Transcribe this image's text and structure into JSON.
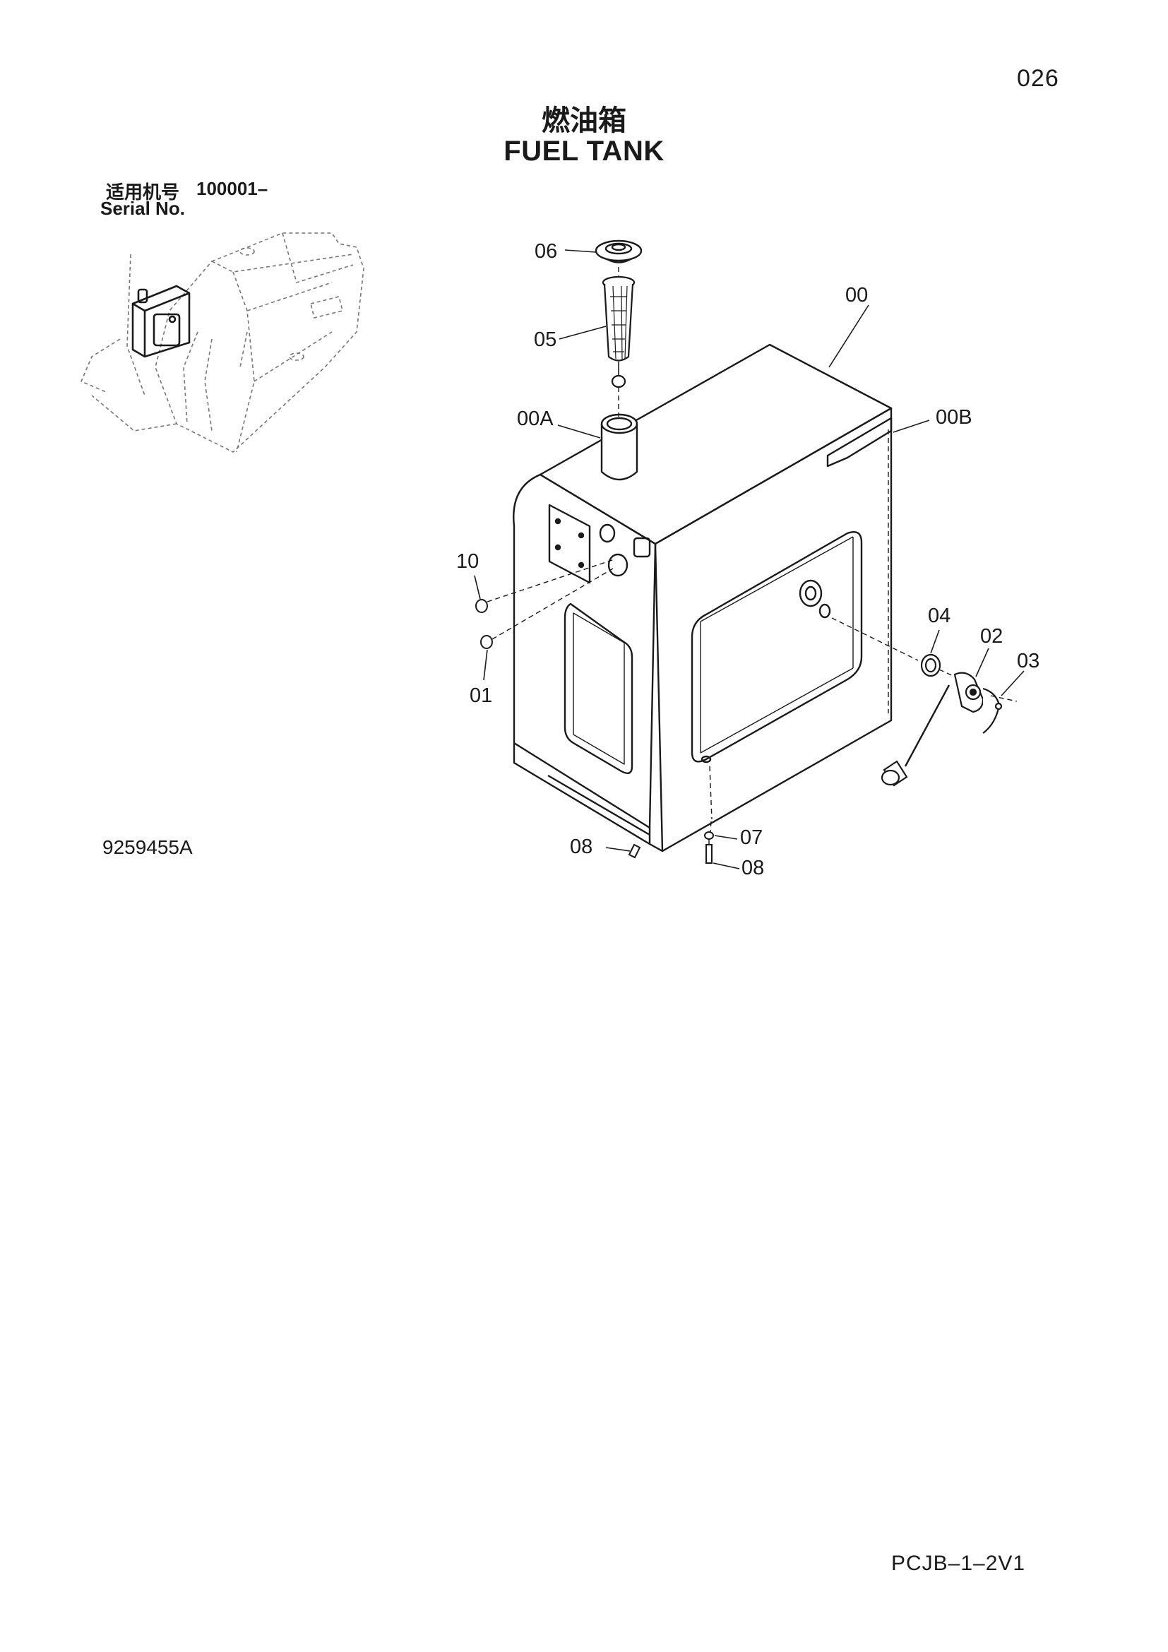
{
  "page_number": "026",
  "title_cn": "燃油箱",
  "title_en": "FUEL TANK",
  "serial": {
    "label_cn": "适用机号",
    "range": "100001–",
    "label_en": "Serial No."
  },
  "drawing_number": "9259455A",
  "footer_code": "PCJB–1–2V1",
  "callouts": {
    "c06": "06",
    "c05": "05",
    "c00": "00",
    "c00a": "00A",
    "c00b": "00B",
    "c10": "10",
    "c01": "01",
    "c04": "04",
    "c02": "02",
    "c03": "03",
    "c07": "07",
    "c08_left": "08",
    "c08_right": "08"
  }
}
